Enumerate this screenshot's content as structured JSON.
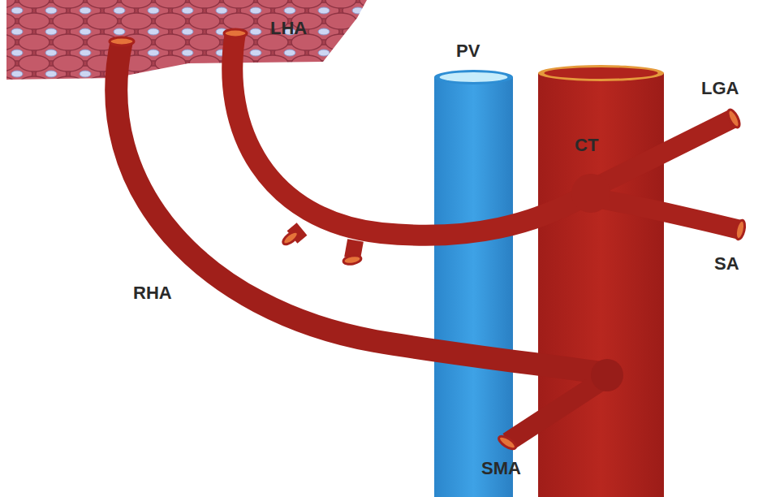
{
  "diagram": {
    "labels": [
      "LHA",
      "PV",
      "CT",
      "LGA",
      "SA",
      "RHA",
      "SMA"
    ]
  }
}
